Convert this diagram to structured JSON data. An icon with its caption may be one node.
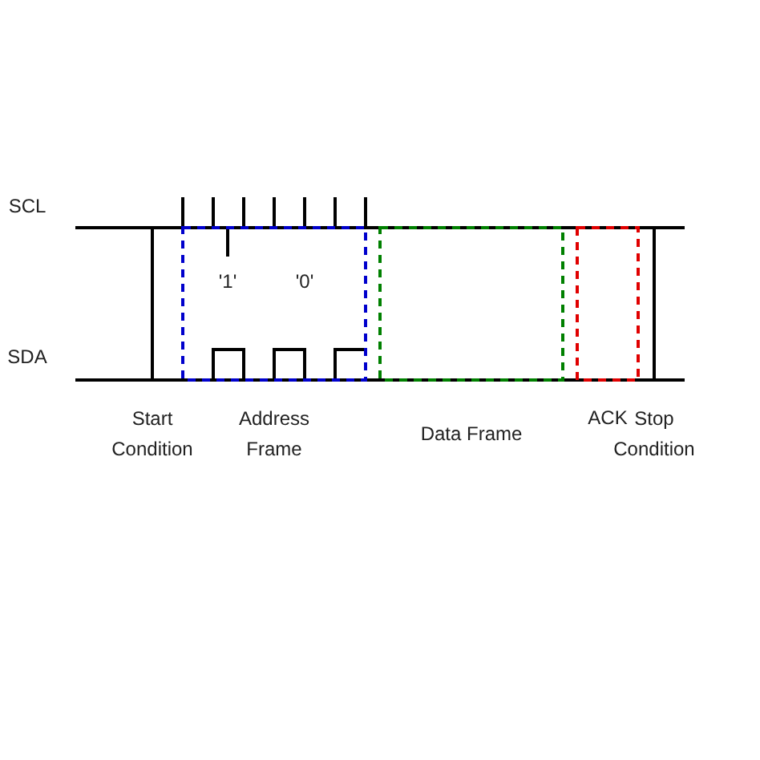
{
  "diagram": {
    "labels": [
      "SCL",
      "SDA",
      "'1'",
      "'0'",
      "Start Condition",
      "Address Frame",
      "Data Frame",
      "ACK",
      "Stop Condition"
    ]
  }
}
